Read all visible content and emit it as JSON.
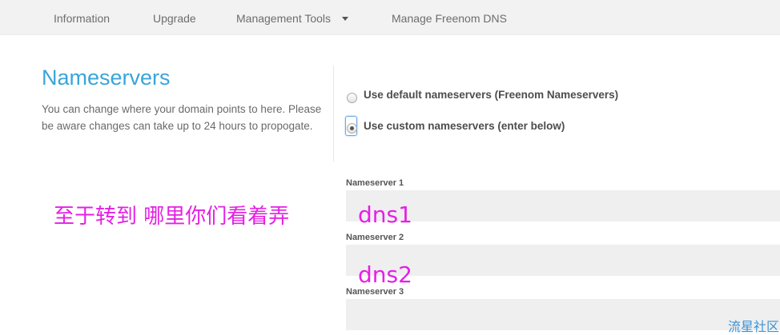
{
  "nav": {
    "items": [
      {
        "label": "Information"
      },
      {
        "label": "Upgrade"
      },
      {
        "label": "Management Tools"
      },
      {
        "label": "Manage Freenom DNS"
      }
    ]
  },
  "section": {
    "title": "Nameservers",
    "description": "You can change where your domain points to here. Please be aware changes can take up to 24 hours to propogate."
  },
  "options": {
    "default_label": "Use default nameservers (Freenom Nameservers)",
    "default_checked": false,
    "custom_label": "Use custom nameservers (enter below)",
    "custom_checked": true
  },
  "nameservers": [
    {
      "label": "Nameserver 1",
      "value": ""
    },
    {
      "label": "Nameserver 2",
      "value": ""
    },
    {
      "label": "Nameserver 3",
      "value": ""
    }
  ],
  "annotations": {
    "note": "至于转到  哪里你们看着弄",
    "dns1": "dns1",
    "dns2": "dns2",
    "watermark": "流星社区"
  },
  "colors": {
    "title": "#3aa5d8",
    "annotation": "#e520e5",
    "nav_background": "#f2f2f2",
    "input_background": "#efefef"
  },
  "icons": {
    "dropdown": "caret-down-icon"
  }
}
